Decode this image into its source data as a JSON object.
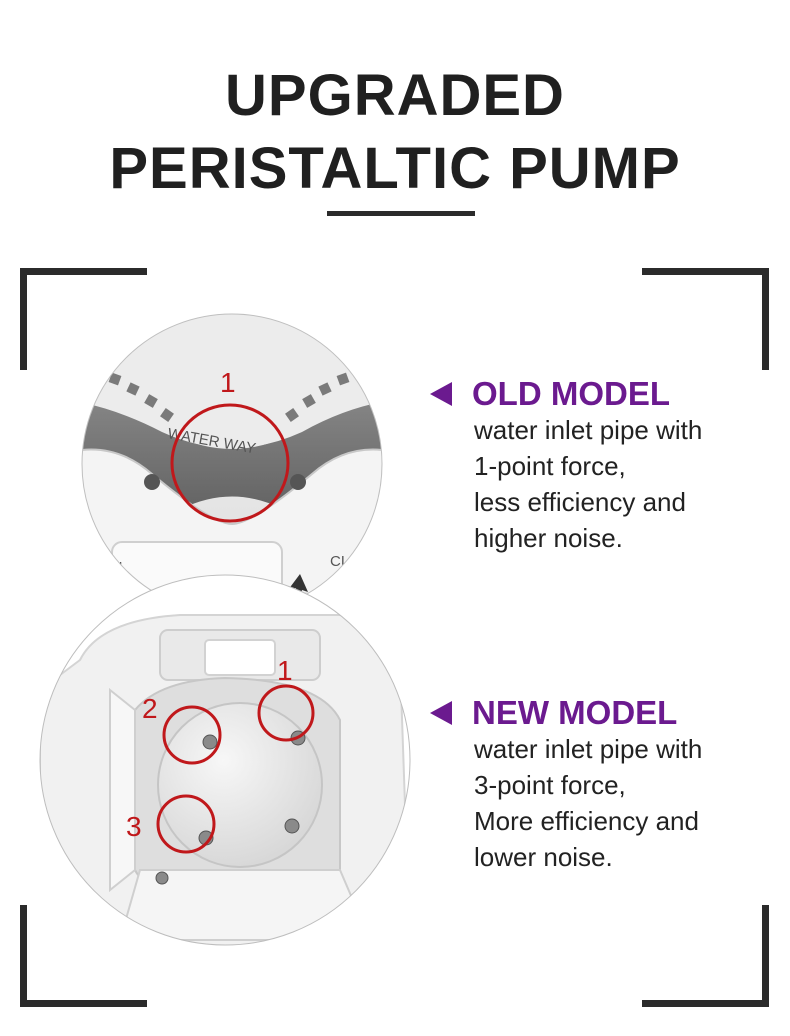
{
  "title": {
    "line1": "UPGRADED",
    "line2": "PERISTALTIC PUMP"
  },
  "old_model": {
    "heading": "OLD MODEL",
    "description": [
      "water inlet pipe with",
      "1-point force,",
      "less efficiency and",
      "higher noise."
    ],
    "photo_labels": {
      "water_way": "WATER WAY",
      "open": "OPEN",
      "close": "CLOS"
    },
    "marker": "1"
  },
  "new_model": {
    "heading": "NEW MODEL",
    "description": [
      "water inlet pipe with",
      "3-point force,",
      "More efficiency and",
      "lower noise."
    ],
    "markers": [
      "1",
      "2",
      "3"
    ]
  },
  "colors": {
    "heading": "#6b1a8f",
    "marker": "#c0181b",
    "title": "#202020"
  }
}
